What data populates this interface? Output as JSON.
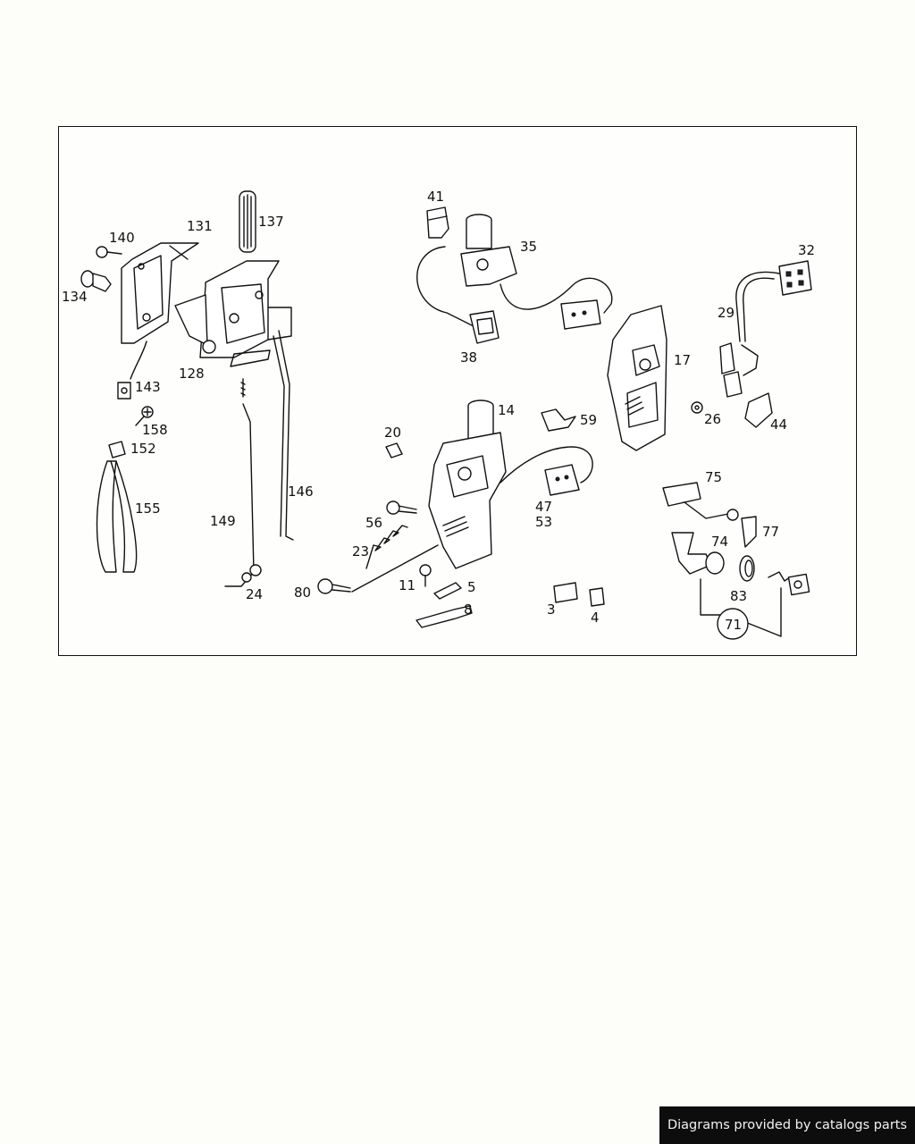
{
  "diagram": {
    "callouts": {
      "n131": "131",
      "n137": "137",
      "n140": "140",
      "n134": "134",
      "n128": "128",
      "n143": "143",
      "n158": "158",
      "n152": "152",
      "n155": "155",
      "n149": "149",
      "n146": "146",
      "n24": "24",
      "n41": "41",
      "n35": "35",
      "n38": "38",
      "n32": "32",
      "n29": "29",
      "n17": "17",
      "n26": "26",
      "n44": "44",
      "n14": "14",
      "n59": "59",
      "n20": "20",
      "n56": "56",
      "n23": "23",
      "n80": "80",
      "n11": "11",
      "n5": "5",
      "n8": "8",
      "n47": "47",
      "n53": "53",
      "n3": "3",
      "n4": "4",
      "n75": "75",
      "n77": "77",
      "n74": "74",
      "n83": "83",
      "n71": "71"
    }
  },
  "footer": {
    "credit": "Diagrams provided by catalogs parts",
    "background": "#0d0d0d",
    "text_color": "#f2f2f2"
  }
}
